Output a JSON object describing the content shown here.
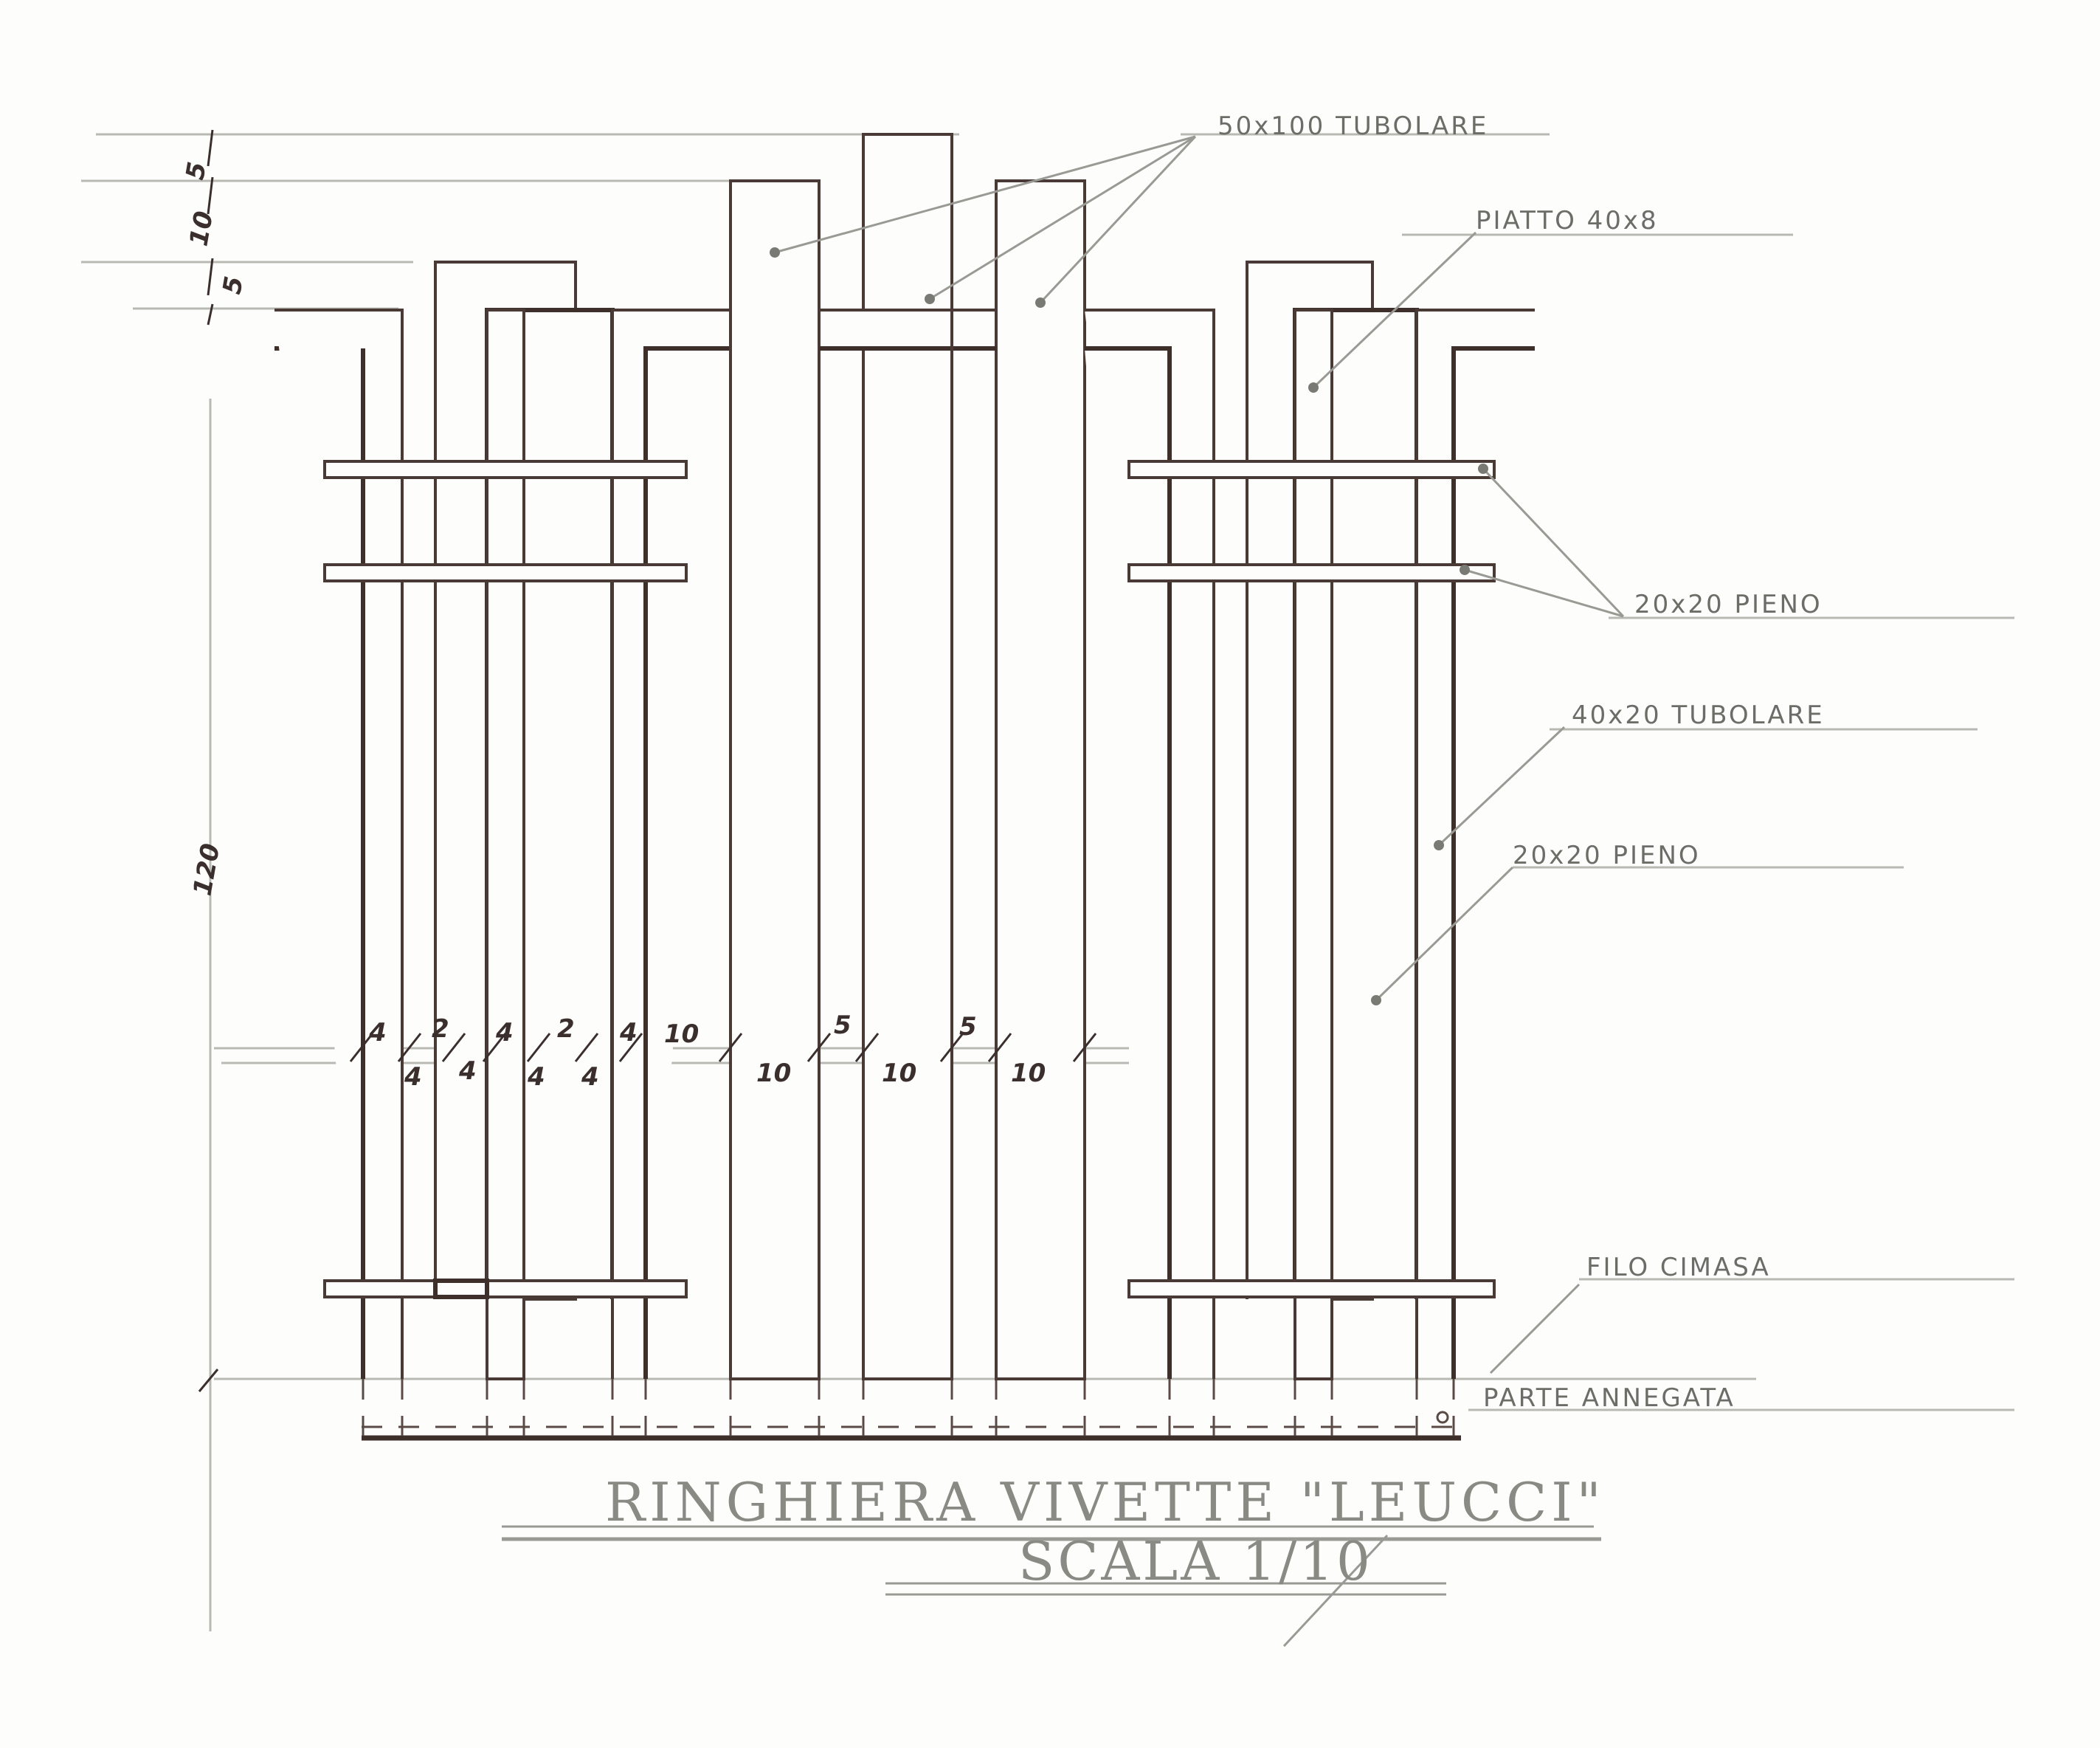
{
  "labels": {
    "tubolare_50x100": "50x100 TUBOLARE",
    "piatto_40x8": "PIATTO 40x8",
    "pieno_20x20_top": "20x20 PIENO",
    "tubolare_40x20": "40x20 TUBOLARE",
    "pieno_20x20_mid": "20x20 PIENO",
    "filo_cimasa": "FILO CIMASA",
    "parte_annegata": "PARTE ANNEGATA"
  },
  "title": "RINGHIERA VIVETTE \"LEUCCI\"",
  "scale": "SCALA 1/10",
  "dimensions": {
    "vertical": [
      "5",
      "10",
      "5",
      "120"
    ],
    "upper_row": [
      "4",
      "2",
      "4",
      "2",
      "4",
      "10",
      "5",
      "5"
    ],
    "lower_row": [
      "4",
      "4",
      "4",
      "4",
      "10",
      "10",
      "10"
    ]
  }
}
